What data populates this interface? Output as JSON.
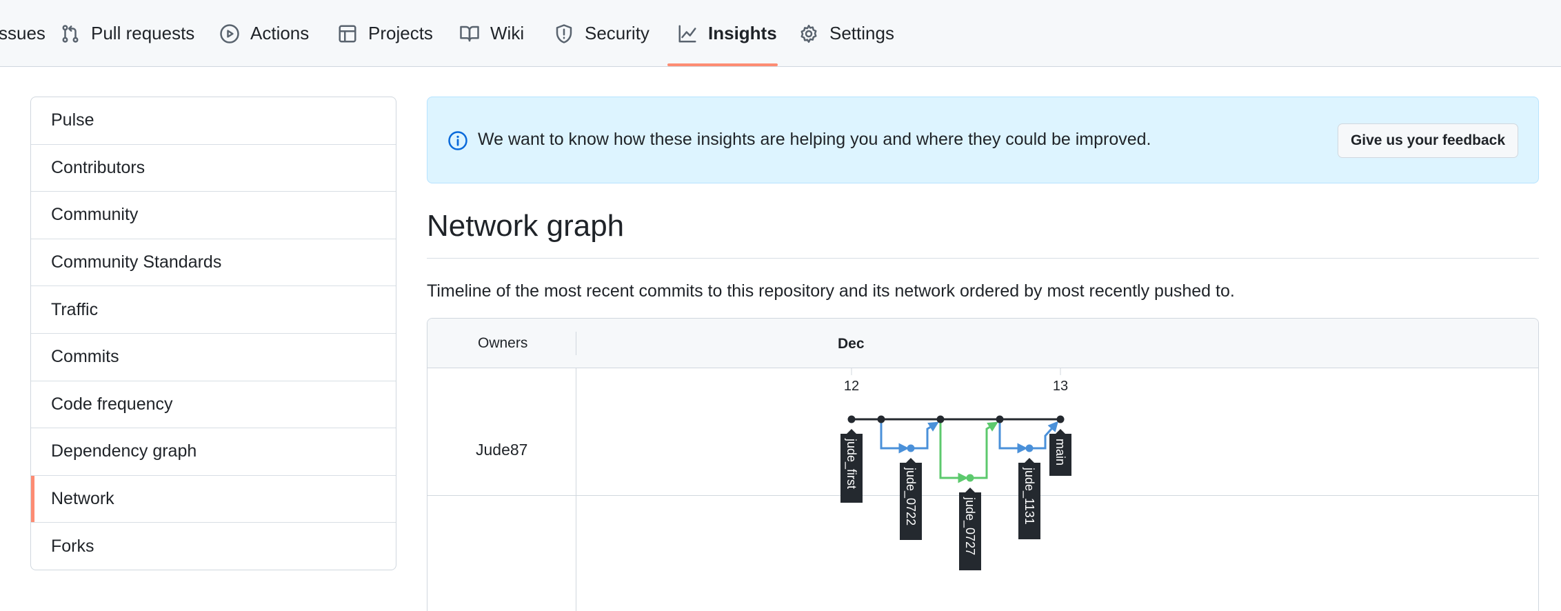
{
  "nav": {
    "tabs": [
      {
        "label": "ssues",
        "icon": "issue-icon"
      },
      {
        "label": "Pull requests",
        "icon": "pull-request-icon"
      },
      {
        "label": "Actions",
        "icon": "play-icon"
      },
      {
        "label": "Projects",
        "icon": "table-icon"
      },
      {
        "label": "Wiki",
        "icon": "book-icon"
      },
      {
        "label": "Security",
        "icon": "shield-icon"
      },
      {
        "label": "Insights",
        "icon": "graph-icon",
        "active": true
      },
      {
        "label": "Settings",
        "icon": "gear-icon"
      }
    ]
  },
  "sidebar": {
    "items": [
      {
        "label": "Pulse"
      },
      {
        "label": "Contributors"
      },
      {
        "label": "Community"
      },
      {
        "label": "Community Standards"
      },
      {
        "label": "Traffic"
      },
      {
        "label": "Commits"
      },
      {
        "label": "Code frequency"
      },
      {
        "label": "Dependency graph"
      },
      {
        "label": "Network",
        "selected": true
      },
      {
        "label": "Forks"
      }
    ]
  },
  "flash": {
    "icon": "info-icon",
    "message": "We want to know how these insights are helping you and where they could be improved.",
    "button_label": "Give us your feedback"
  },
  "page": {
    "title": "Network graph",
    "description": "Timeline of the most recent commits to this repository and its network ordered by most recently pushed to."
  },
  "network": {
    "owners_header": "Owners",
    "month": "Dec",
    "days": [
      "12",
      "13"
    ],
    "owner": "Jude87",
    "branches": [
      "jude_first",
      "jude_0722",
      "jude_0727",
      "jude_1131",
      "main"
    ],
    "colors": {
      "main": "#24292f",
      "blue": "#4a90d9",
      "green": "#5cc96d",
      "accent": "#fd8c73"
    }
  }
}
